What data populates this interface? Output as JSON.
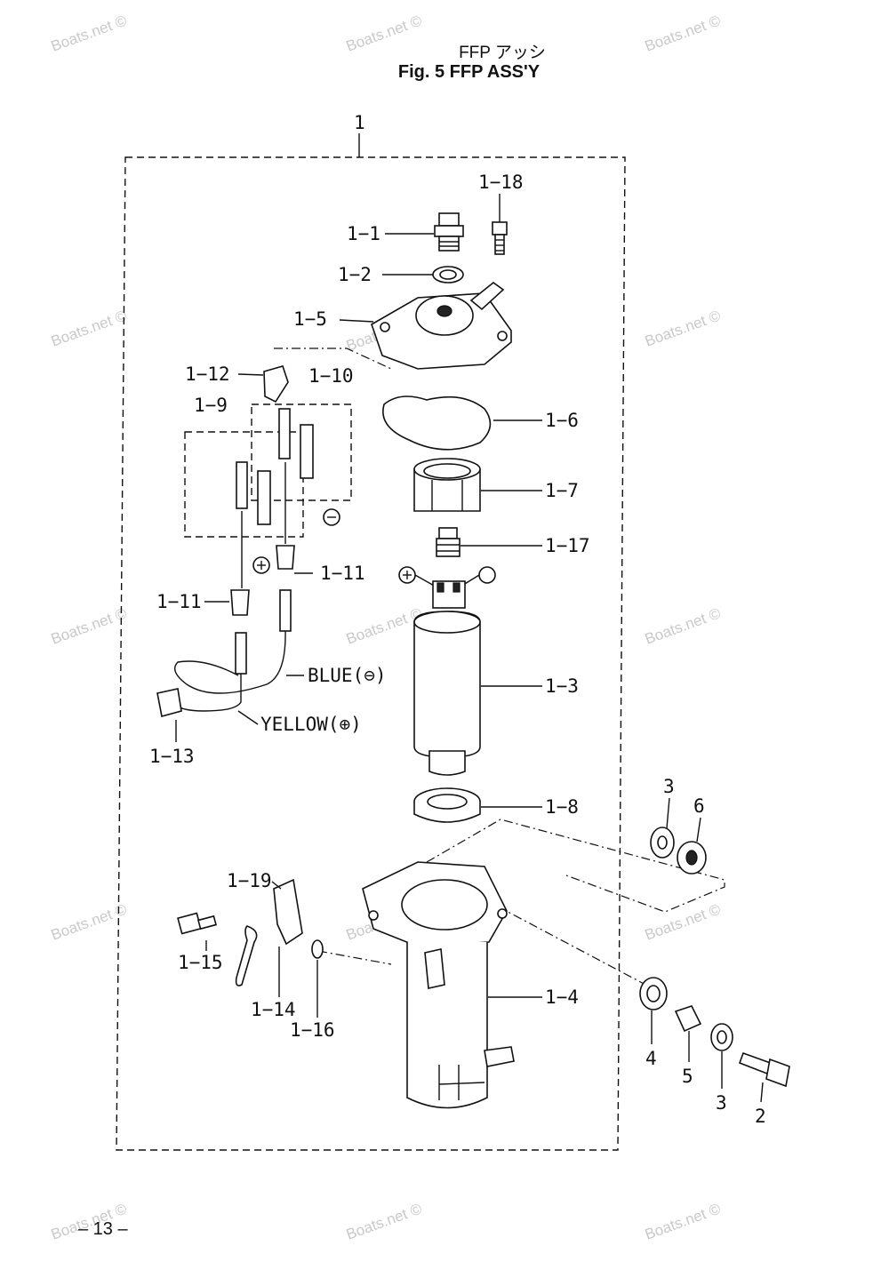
{
  "header": {
    "title_jp": "FFP アッシ",
    "title": "Fig. 5    FFP ASS'Y"
  },
  "page_number": "– 13 –",
  "watermark": "Boats.net ©",
  "wire_labels": {
    "blue": "BLUE(⊖)",
    "yellow": "YELLOW(⊕)"
  },
  "part_labels": {
    "p1": "1",
    "p1_1": "1−1",
    "p1_2": "1−2",
    "p1_3": "1−3",
    "p1_4": "1−4",
    "p1_5": "1−5",
    "p1_6": "1−6",
    "p1_7": "1−7",
    "p1_8": "1−8",
    "p1_9": "1−9",
    "p1_10": "1−10",
    "p1_11a": "1−11",
    "p1_11b": "1−11",
    "p1_12": "1−12",
    "p1_13": "1−13",
    "p1_14": "1−14",
    "p1_15": "1−15",
    "p1_16": "1−16",
    "p1_17": "1−17",
    "p1_18": "1−18",
    "p1_19": "1−19",
    "p2": "2",
    "p3a": "3",
    "p3b": "3",
    "p4": "4",
    "p5": "5",
    "p6": "6"
  }
}
